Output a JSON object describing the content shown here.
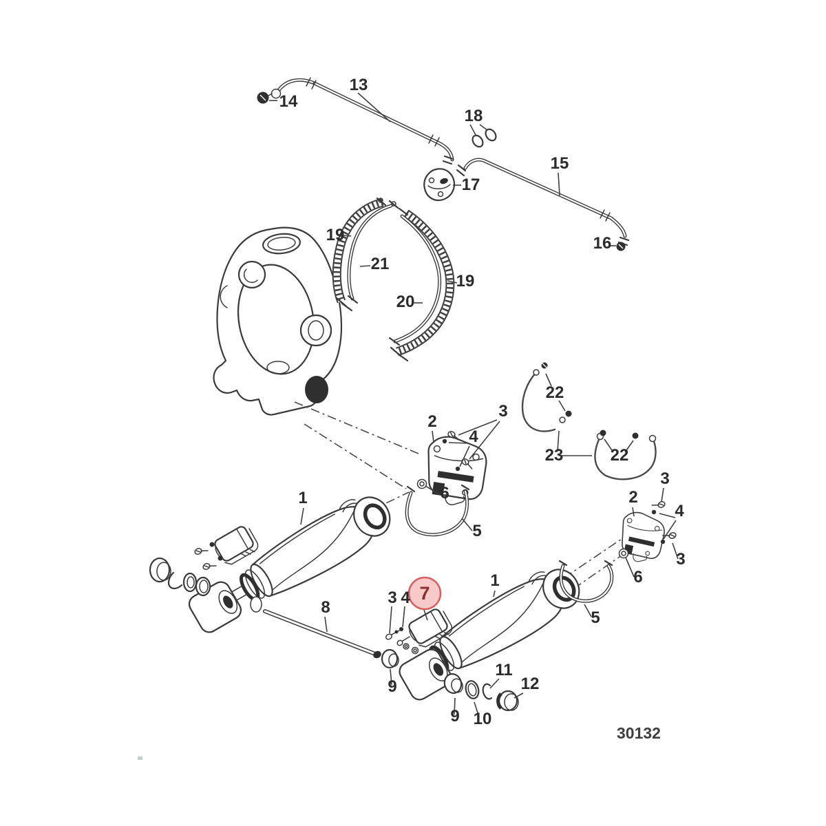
{
  "drawing": {
    "number": "30132",
    "background": "#ffffff",
    "line_color": "#3a3a3a",
    "label_color": "#2b2b2b",
    "part_numbers_shown": [
      "1",
      "2",
      "3",
      "4",
      "5",
      "6",
      "7",
      "8",
      "9",
      "10",
      "11",
      "12",
      "13",
      "14",
      "15",
      "16",
      "17",
      "18",
      "19",
      "20",
      "21",
      "22",
      "23"
    ],
    "highlight": {
      "part": "7",
      "circle_fill": "#f2a8a8",
      "circle_stroke": "#d96060",
      "number_color": "#8a2f2f"
    }
  },
  "callouts": {
    "p13": "13",
    "p14": "14",
    "p18": "18",
    "p15": "15",
    "p17": "17",
    "p16": "16",
    "p19a": "19",
    "p21": "21",
    "p19b": "19",
    "p20": "20",
    "p22a": "22",
    "p23": "23",
    "p22b": "22",
    "p2a": "2",
    "p3a": "3",
    "p4a": "4",
    "p6a": "6",
    "p5a": "5",
    "p1a": "1",
    "p2b": "2",
    "p3b": "3",
    "p4b": "4",
    "p3c": "3",
    "p6b": "6",
    "p1b": "1",
    "p5b": "5",
    "p8": "8",
    "p3d": "3",
    "p4c": "4",
    "p7": "7",
    "p9a": "9",
    "p11": "11",
    "p10": "10",
    "p12": "12",
    "p9b": "9"
  }
}
